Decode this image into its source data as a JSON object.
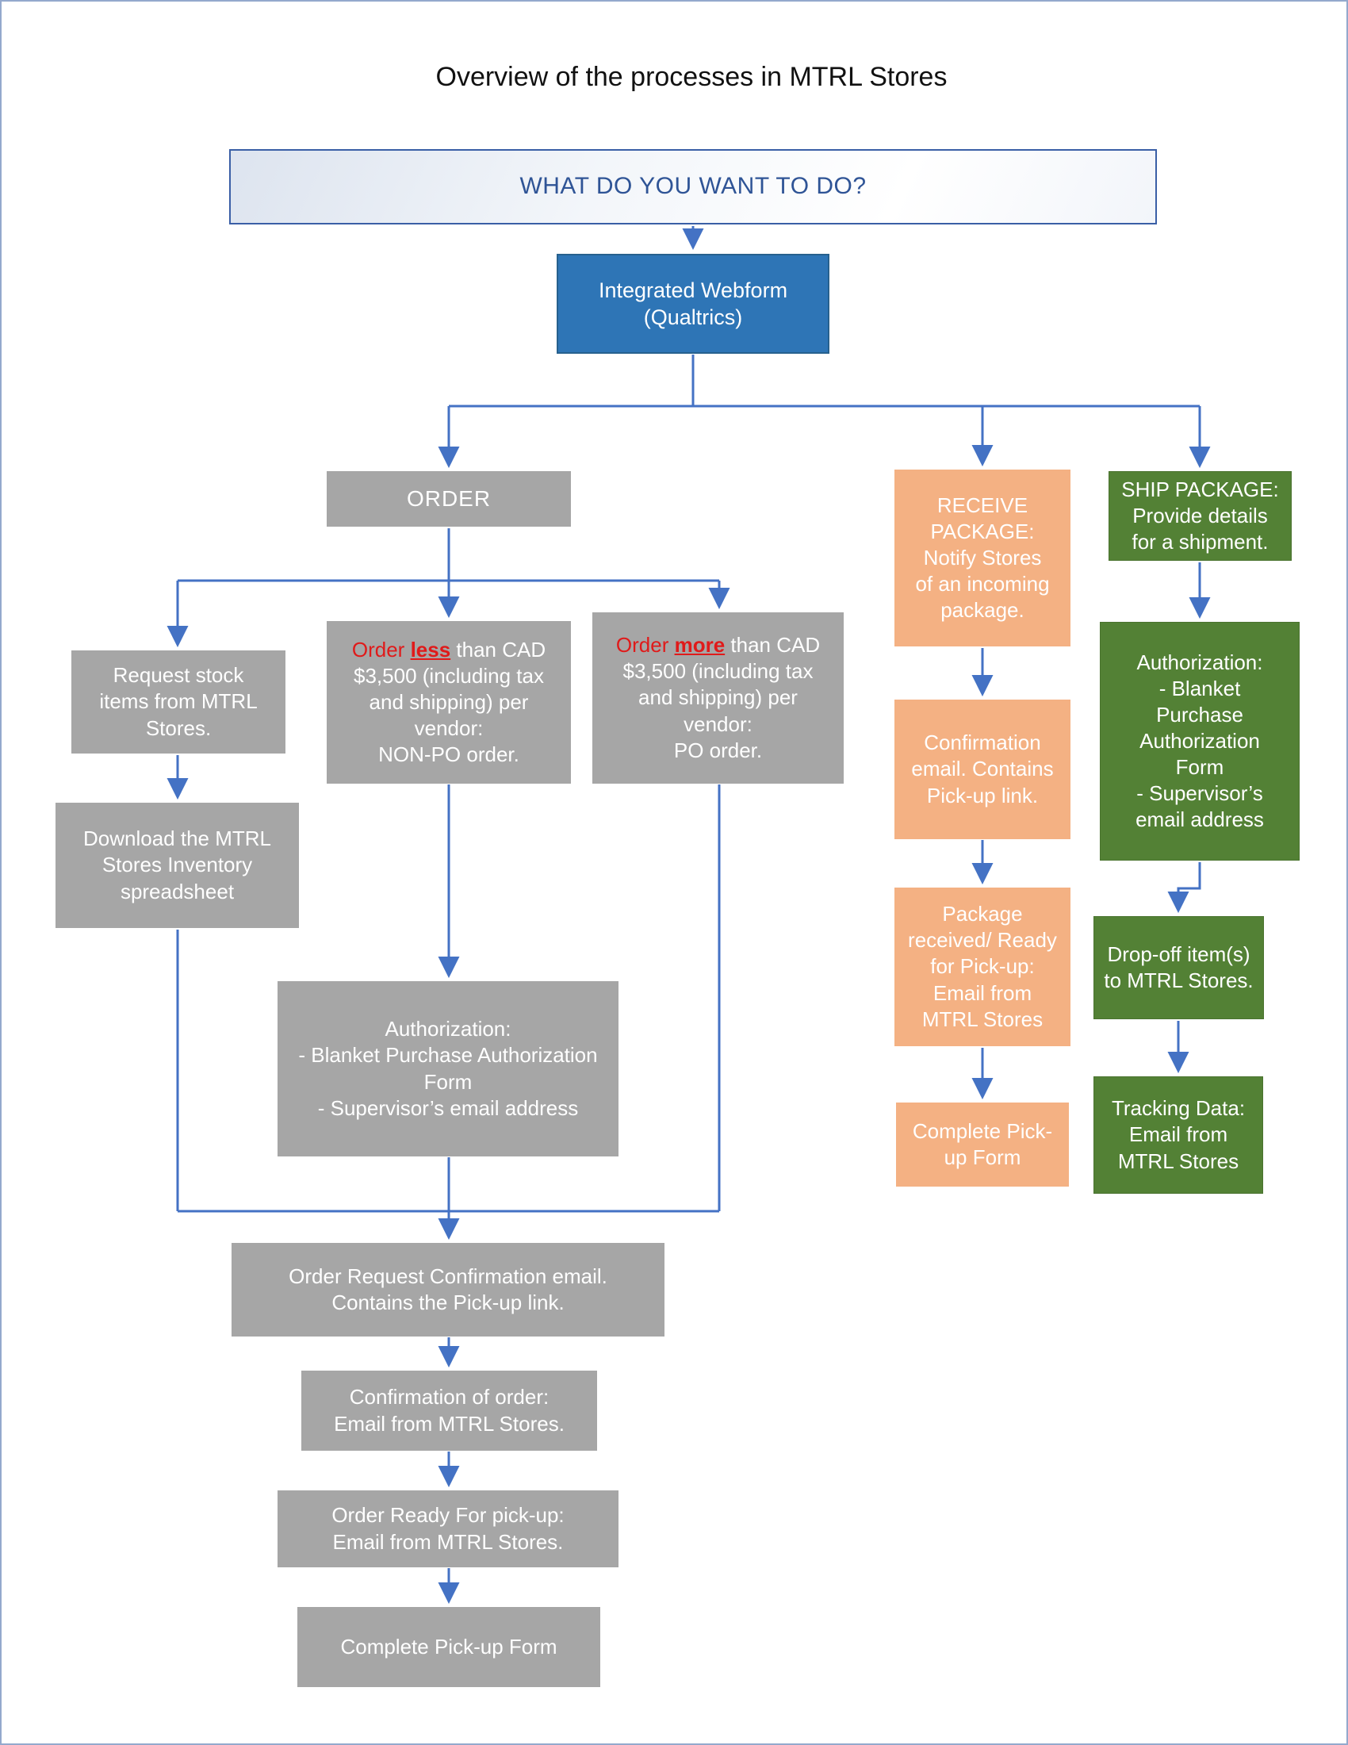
{
  "page": {
    "title": "Overview of the processes in MTRL Stores"
  },
  "prompt": {
    "label": "WHAT DO YOU WANT TO DO?"
  },
  "webform": {
    "label": "Integrated Webform\n(Qualtrics)"
  },
  "order": {
    "header": "ORDER",
    "request_stock": "Request stock\nitems from MTRL\nStores.",
    "non_po": {
      "lead": "Order ",
      "emph": "less",
      "rest": " than CAD\n$3,500 (including tax\nand shipping) per\nvendor:\nNON-PO order."
    },
    "po": {
      "lead": "Order ",
      "emph": "more",
      "rest": " than CAD\n$3,500 (including tax\nand shipping) per\nvendor:\nPO order."
    },
    "download": "Download the MTRL\nStores Inventory\nspreadsheet",
    "authorization": "Authorization:\n- Blanket Purchase Authorization\nForm\n- Supervisor’s email address",
    "request_confirmation": "Order Request Confirmation email.\nContains the Pick-up link.",
    "order_confirmation": "Confirmation of order:\nEmail from MTRL Stores.",
    "ready": "Order Ready For pick-up:\nEmail from MTRL Stores.",
    "complete": "Complete Pick-up Form"
  },
  "receive": {
    "notify": "RECEIVE\nPACKAGE:\nNotify Stores\nof an incoming\npackage.",
    "confirmation": "Confirmation\nemail. Contains\nPick-up link.",
    "ready": "Package\nreceived/ Ready\nfor Pick-up:\nEmail from\nMTRL Stores",
    "complete": "Complete Pick-\nup Form"
  },
  "ship": {
    "provide": "SHIP PACKAGE:\nProvide details\nfor a shipment.",
    "authorization": "Authorization:\n- Blanket\nPurchase\nAuthorization\nForm\n- Supervisor’s\nemail address",
    "dropoff": "Drop-off item(s)\nto MTRL Stores.",
    "tracking": "Tracking Data:\nEmail from\nMTRL Stores"
  },
  "colors": {
    "connector_blue": "#4472C4",
    "webform_fill": "#2E75B6",
    "gray_node": "#A6A6A6",
    "orange_node": "#F4B183",
    "green_node": "#538135",
    "prompt_text": "#2F5496",
    "emphasis_red": "#E01A1A"
  }
}
